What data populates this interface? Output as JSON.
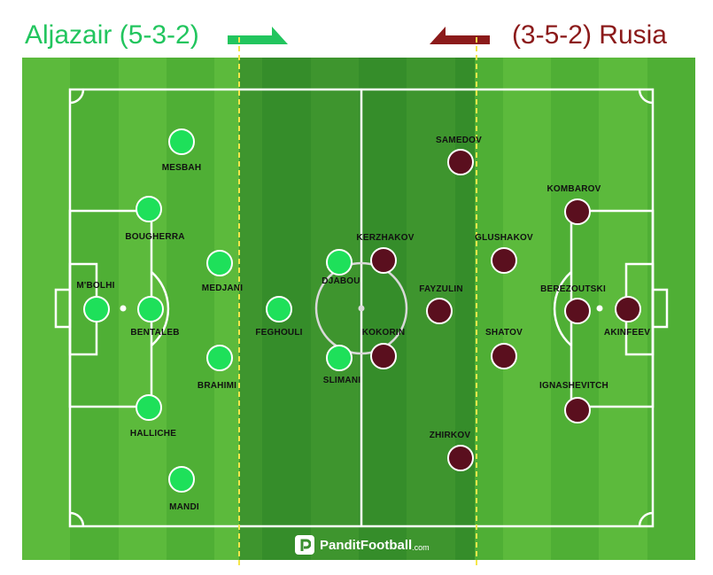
{
  "header": {
    "left_title": "Aljazair (5-3-2)",
    "right_title": "(3-5-2) Rusia"
  },
  "colors": {
    "home": "#1ee05a",
    "away": "#5a0f1e",
    "home_title": "#22c55e",
    "away_title": "#8b1a1a",
    "stripe_light": "#5cba3c",
    "stripe_dark": "#4faf35",
    "dashed_line": "#f4e64a"
  },
  "icons": {
    "left_arrow": "arrow-right-icon",
    "right_arrow": "arrow-left-icon",
    "brand": "panditfootball-logo-icon"
  },
  "home_players": [
    "MESBAH",
    "BOUGHERRA",
    "M'BOLHI",
    "BENTALEB",
    "HALLICHE",
    "MANDI",
    "MEDJANI",
    "BRAHIMI",
    "FEGHOULI",
    "DJABOU",
    "SLIMANI"
  ],
  "away_players": [
    "SAMEDOV",
    "KERZHAKOV",
    "KOKORIN",
    "FAYZULIN",
    "ZHIRKOV",
    "GLUSHAKOV",
    "SHATOV",
    "KOMBAROV",
    "BEREZOUTSKI",
    "IGNASHEVITCH",
    "AKINFEEV"
  ],
  "brand": {
    "name": "PanditFootball",
    "domain": ".com"
  }
}
